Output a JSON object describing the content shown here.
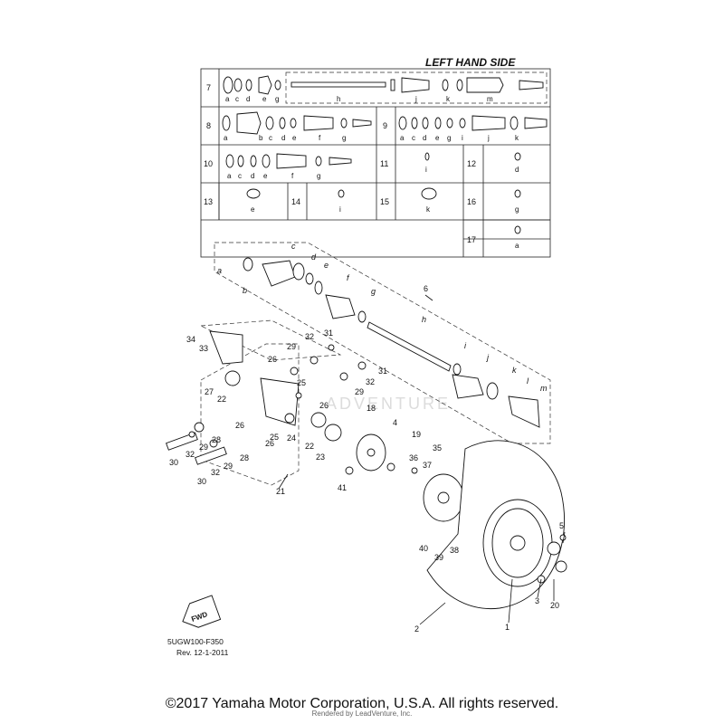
{
  "diagram": {
    "side_title": "LEFT HAND SIDE",
    "diagram_code": "5UGW100-F350",
    "revision": "Rev.  12-1-2011",
    "fwd_label": "FWD",
    "watermark": "ADVENTURE"
  },
  "table": {
    "rows": [
      {
        "row_no": "7",
        "letters": [
          "a",
          "c",
          "d",
          "e",
          "g",
          "h",
          "j",
          "k",
          "m"
        ]
      },
      {
        "row_no": "8",
        "letters": [
          "a",
          "b",
          "c",
          "d",
          "e",
          "f",
          "g"
        ]
      },
      {
        "row_no": "9",
        "letters": [
          "a",
          "c",
          "d",
          "e",
          "g",
          "i",
          "j",
          "k"
        ]
      },
      {
        "row_no": "10",
        "letters": [
          "a",
          "c",
          "d",
          "e",
          "f",
          "g"
        ]
      },
      {
        "row_no": "11",
        "letters": [
          "i"
        ]
      },
      {
        "row_no": "12",
        "letters": [
          "d"
        ]
      },
      {
        "row_no": "13",
        "letters": [
          "e"
        ]
      },
      {
        "row_no": "14",
        "letters": [
          "i"
        ]
      },
      {
        "row_no": "15",
        "letters": [
          "k"
        ]
      },
      {
        "row_no": "16",
        "letters": [
          "g"
        ]
      },
      {
        "row_no": "17",
        "letters": [
          "a"
        ]
      }
    ]
  },
  "callouts": {
    "shaft_letters": [
      "a",
      "b",
      "c",
      "d",
      "e",
      "f",
      "g",
      "h",
      "i",
      "j",
      "k",
      "l",
      "m"
    ],
    "part_numbers": [
      "1",
      "2",
      "3",
      "4",
      "5",
      "6",
      "18",
      "19",
      "20",
      "21",
      "22",
      "22",
      "23",
      "24",
      "25",
      "25",
      "26",
      "26",
      "26",
      "26",
      "27",
      "28",
      "28",
      "29",
      "29",
      "29",
      "29",
      "30",
      "30",
      "31",
      "31",
      "32",
      "32",
      "32",
      "32",
      "33",
      "34",
      "35",
      "36",
      "37",
      "38",
      "39",
      "40",
      "41"
    ]
  },
  "footer": {
    "copyright": "©2017 Yamaha Motor Corporation, U.S.A. All rights reserved.",
    "rendered_by": "Rendered by LeadVenture, Inc."
  }
}
